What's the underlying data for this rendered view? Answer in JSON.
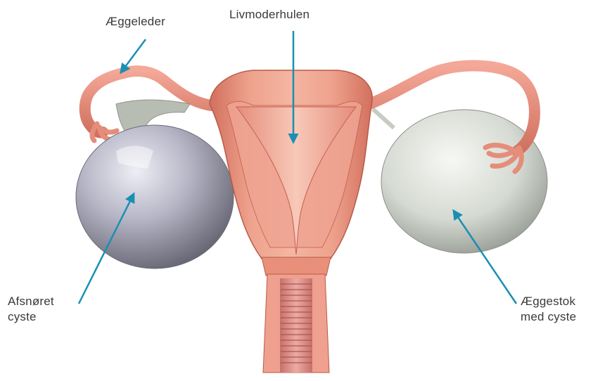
{
  "labels": {
    "fallopian_tube": "Æggeleder",
    "uterine_cavity": "Livmoderhulen",
    "detached_cyst_line1": "Afsnøret",
    "detached_cyst_line2": "cyste",
    "ovary_cyst_line1": "Æggestok",
    "ovary_cyst_line2": "med cyste"
  },
  "colors": {
    "arrow": "#1a8fb4",
    "tissue": "#e8907a",
    "tissue_dark": "#c9604f",
    "tissue_light": "#f6c2b2",
    "cyst_left": "#a9a9bb",
    "cyst_right": "#d7dcd4",
    "cervix_canal": "#d98a86"
  }
}
